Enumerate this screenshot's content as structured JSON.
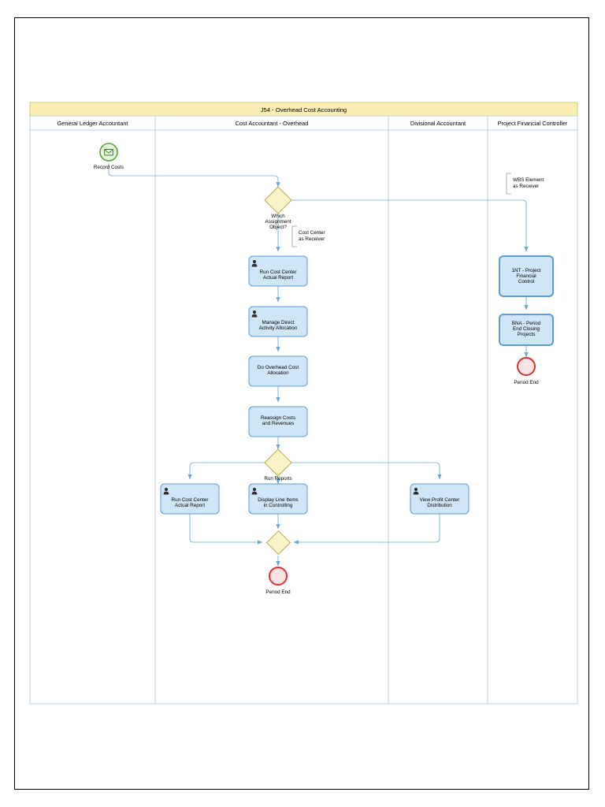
{
  "pool": {
    "title": "J54 - Overhead Cost Accounting",
    "lanes": [
      {
        "id": "gl",
        "label": "General Ledger Accountant"
      },
      {
        "id": "ca",
        "label": "Cost Accountant - Overhead"
      },
      {
        "id": "da",
        "label": "Divisional Accountant"
      },
      {
        "id": "pfc",
        "label": "Project Financial Controller"
      }
    ]
  },
  "nodes": {
    "start_record_costs": {
      "label": "Record Costs",
      "type": "message-start-event",
      "lane": "gl"
    },
    "gw_assignment": {
      "label": "Which\nAssignment\nObject?",
      "type": "exclusive-gateway",
      "lane": "ca"
    },
    "task_run_cc_report_1": {
      "label": "Run Cost Center\nActual Report",
      "type": "user-task",
      "lane": "ca"
    },
    "task_manage_direct": {
      "label": "Manage Direct\nActivity Allocation",
      "type": "user-task",
      "lane": "ca"
    },
    "task_do_overhead": {
      "label": "Do Overhead Cost\nAllocation",
      "type": "task",
      "lane": "ca"
    },
    "task_reassign": {
      "label": "Reassign Costs\nand Revenues",
      "type": "task",
      "lane": "ca"
    },
    "gw_run_reports": {
      "label": "Run Reports",
      "type": "exclusive-gateway",
      "lane": "ca"
    },
    "task_run_cc_report_2": {
      "label": "Run Cost Center\nActual Report",
      "type": "user-task",
      "lane": "gl"
    },
    "task_display_line_items": {
      "label": "Display Line Items\nin Controlling",
      "type": "user-task",
      "lane": "ca"
    },
    "task_view_profit_center": {
      "label": "View Profit Center\nDistribution",
      "type": "user-task",
      "lane": "da"
    },
    "gw_merge": {
      "label": "",
      "type": "exclusive-gateway",
      "lane": "ca"
    },
    "end_period_end_ca": {
      "label": "Period End",
      "type": "end-event",
      "lane": "ca"
    },
    "task_1nt": {
      "label": "1NT - Project\nFinancial\nControl",
      "type": "call-activity",
      "lane": "pfc"
    },
    "task_bna": {
      "label": "BNA - Period\nEnd Closing\nProjects",
      "type": "call-activity",
      "lane": "pfc"
    },
    "end_period_end_pfc": {
      "label": "Period End",
      "type": "end-event",
      "lane": "pfc"
    }
  },
  "annotations": {
    "cost_center_receiver": "Cost Center\nas Receiver",
    "wbs_element_receiver": "WBS Element\nas Receiver"
  },
  "colors": {
    "pool_header_fill": "#faeeb3",
    "task_fill": "#cfe6f7",
    "task_stroke": "#5b9bd1",
    "gateway_fill": "#fbf3c8",
    "gateway_stroke": "#b9a94a",
    "start_stroke": "#5aa13a",
    "end_stroke": "#e03030",
    "flow_stroke": "#8cbcdf",
    "lane_stroke": "#b8d2e8"
  }
}
